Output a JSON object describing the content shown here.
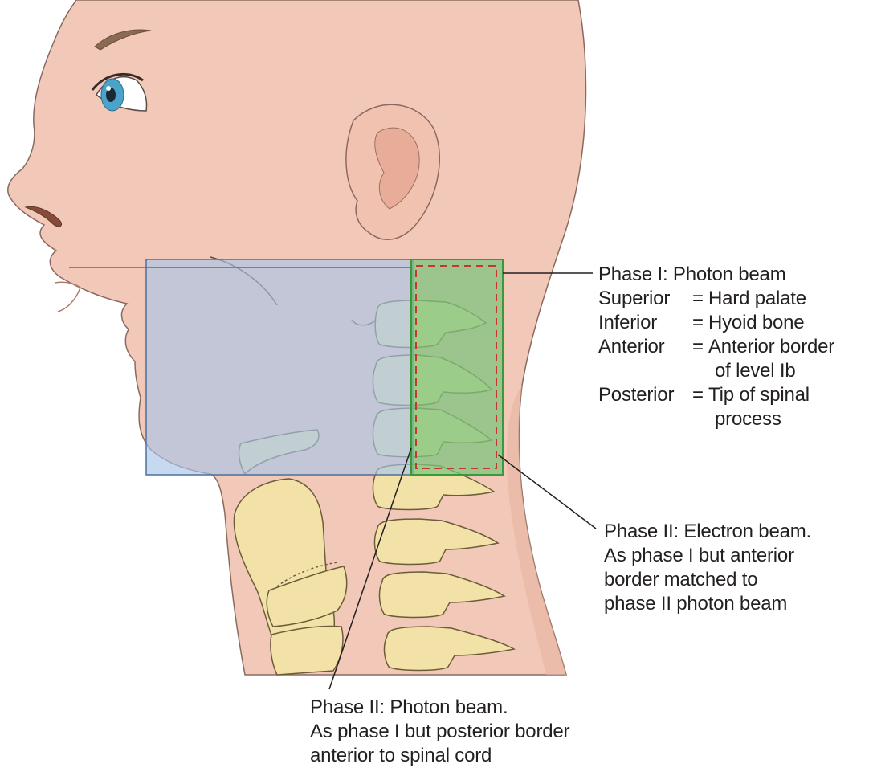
{
  "labels": {
    "phase1": {
      "title": "Phase I: Photon beam",
      "rows": [
        {
          "key": "Superior",
          "eq": "=",
          "value": "Hard palate"
        },
        {
          "key": "Inferior",
          "eq": "=",
          "value": "Hyoid bone"
        },
        {
          "key": "Anterior",
          "eq": "=",
          "value": "Anterior border"
        },
        {
          "cont": "of level Ib"
        },
        {
          "key": "Posterior",
          "eq": "=",
          "value": "Tip of spinal"
        },
        {
          "cont": "process"
        }
      ]
    },
    "phase2_electron": {
      "lines": [
        "Phase II: Electron beam.",
        "As phase I but anterior",
        "border matched to",
        "phase II photon beam"
      ]
    },
    "phase2_photon": {
      "lines": [
        "Phase II: Photon beam.",
        "As phase I but posterior border",
        "anterior to spinal cord"
      ]
    }
  },
  "colors": {
    "skin": "#f2c8b8",
    "skin_shadow": "#e8b4a2",
    "outline": "#5a4a45",
    "bone": "#f3e2a8",
    "bone_outline": "#6b5d3a",
    "photon_field_fill": "#a7c4e8",
    "photon_field_stroke": "#4f6f9a",
    "electron_field_fill": "#7fc47f",
    "electron_field_stroke": "#3a9a3a",
    "reduced_field_stroke": "#c0392b",
    "iris": "#4aa3c8",
    "leader": "#231f20"
  }
}
